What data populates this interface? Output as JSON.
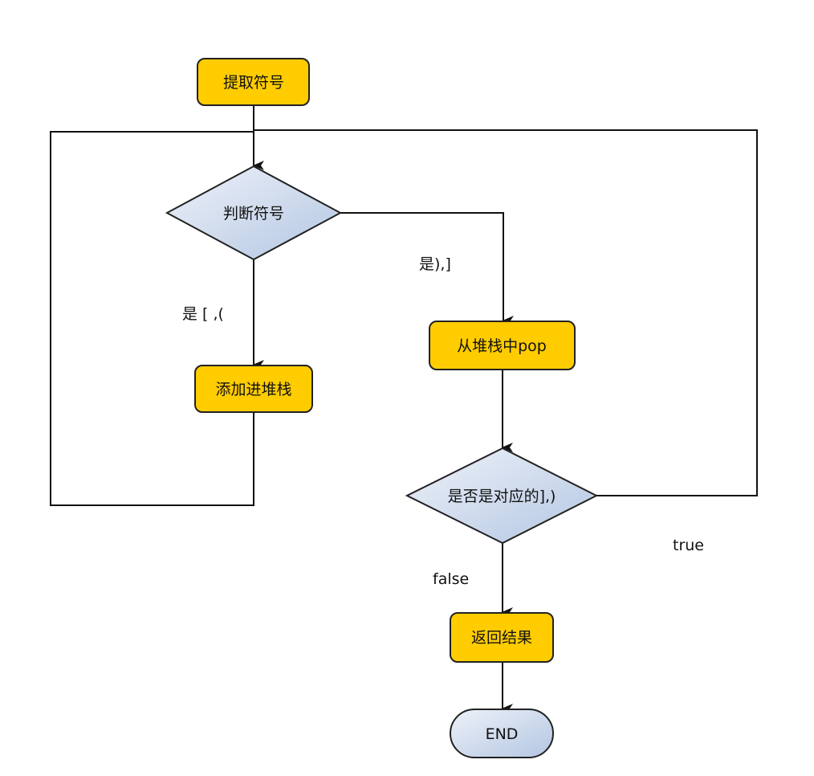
{
  "colors": {
    "process_fill": "#ffcc00",
    "decision_fill_start": "#e6ecf6",
    "decision_fill_end": "#b8cbe4",
    "line": "#111111"
  },
  "nodes": {
    "extract": {
      "label": "提取符号",
      "type": "process"
    },
    "judge": {
      "label": "判断符号",
      "type": "decision"
    },
    "push": {
      "label": "添加进堆栈",
      "type": "process"
    },
    "pop": {
      "label": "从堆栈中pop",
      "type": "process"
    },
    "match": {
      "label": "是否是对应的],)",
      "type": "decision"
    },
    "result": {
      "label": "返回结果",
      "type": "process"
    },
    "end": {
      "label": "END",
      "type": "terminator"
    }
  },
  "edges": {
    "judge_to_push": {
      "label": "是 [ ,("
    },
    "judge_to_pop": {
      "label": "是),]"
    },
    "match_to_result": {
      "label": "false"
    },
    "match_to_loop": {
      "label": "true"
    }
  }
}
